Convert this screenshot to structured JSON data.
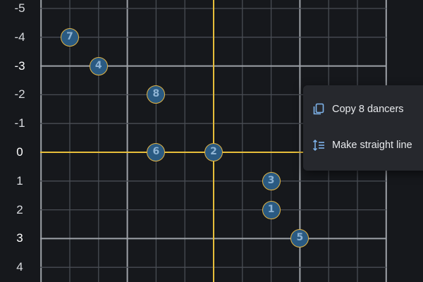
{
  "grid": {
    "row_labels": [
      "-5",
      "-4",
      "-3",
      "-2",
      "-1",
      "0",
      "1",
      "2",
      "3",
      "4"
    ],
    "major_rows": [
      "-3",
      "0",
      "3"
    ],
    "colors": {
      "background": "#16181c",
      "grid_line": "#494d54",
      "major_line": "#9ea2a8",
      "center_line": "#e7be3a",
      "dancer_fill": "#2a5a82",
      "dancer_border": "#e1b445"
    }
  },
  "dancers": [
    {
      "label": "7",
      "col": -5,
      "row": -4
    },
    {
      "label": "4",
      "col": -4,
      "row": -3
    },
    {
      "label": "8",
      "col": -2,
      "row": -2
    },
    {
      "label": "6",
      "col": -2,
      "row": 0
    },
    {
      "label": "2",
      "col": 0,
      "row": 0
    },
    {
      "label": "3",
      "col": 2,
      "row": 1
    },
    {
      "label": "1",
      "col": 2,
      "row": 2
    },
    {
      "label": "5",
      "col": 3,
      "row": 3
    }
  ],
  "menu": {
    "items": [
      {
        "label": "Copy 8 dancers",
        "icon": "copy-icon"
      },
      {
        "label": "Make straight line",
        "icon": "sort-lines-icon"
      }
    ],
    "accent": "#7fb4ec"
  }
}
